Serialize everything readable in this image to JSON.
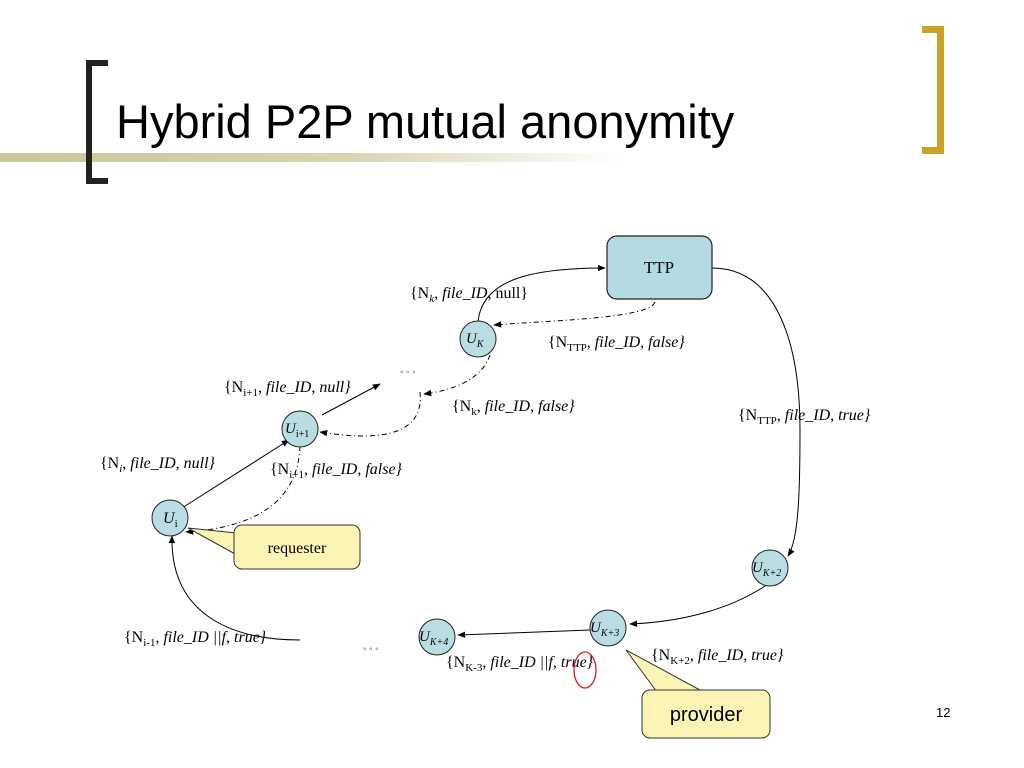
{
  "slide": {
    "title": "Hybrid P2P mutual anonymity",
    "page_number": "12"
  },
  "nodes": {
    "ttp": "TTP",
    "ui": {
      "base": "U",
      "sub": "i"
    },
    "ui1": {
      "base": "U",
      "sub": "i+1"
    },
    "uk": {
      "base": "U",
      "sub": "K"
    },
    "uk2": {
      "base": "U",
      "sub": "K+2"
    },
    "uk3": {
      "base": "U",
      "sub": "K+3"
    },
    "uk4": {
      "base": "U",
      "sub": "K+4"
    }
  },
  "callouts": {
    "requester": "requester",
    "provider": "provider"
  },
  "ellipsis": "◦ ◦ ◦",
  "labels": {
    "nk_null": {
      "open": "{N",
      "sub": "k",
      "field": "file_ID",
      "flag": "null}"
    },
    "nttp_false": {
      "open": "{N",
      "sub": "TTP",
      "field": "file_ID",
      "flag": "false}"
    },
    "ni1_null": {
      "open": "{N",
      "sub": "i+1",
      "field": "file_ID",
      "flag": "null}"
    },
    "nk_false": {
      "open": "{N",
      "sub": "k",
      "field": "file_ID",
      "flag": "false}"
    },
    "ni_null": {
      "open": "{N",
      "sub": "i",
      "field": "file_ID",
      "flag": "null}"
    },
    "ni1_false": {
      "open": "{N",
      "sub": "i+1",
      "field": "file_ID",
      "flag": "false}"
    },
    "nttp_true": {
      "open": "{N",
      "sub": "TTP",
      "field": "file_ID",
      "flag": "true}"
    },
    "ni-1_true": {
      "open": "{N",
      "sub": "i-1",
      "field": "file_ID ||f",
      "flag": "true}"
    },
    "nk-3_true": {
      "open": "{N",
      "sub": "K-3",
      "field": "file_ID ||f",
      "flag": "true}"
    },
    "nk2_true": {
      "open": "{N",
      "sub": "K+2",
      "field": "file_ID",
      "flag": "true}"
    }
  },
  "colors": {
    "node_fill": "#b9dde3",
    "ttp_fill": "#b5dbe2",
    "callout_fill": "#fbf4b4",
    "highlight": "#d42020",
    "accent_bracket": "#c9a227"
  }
}
